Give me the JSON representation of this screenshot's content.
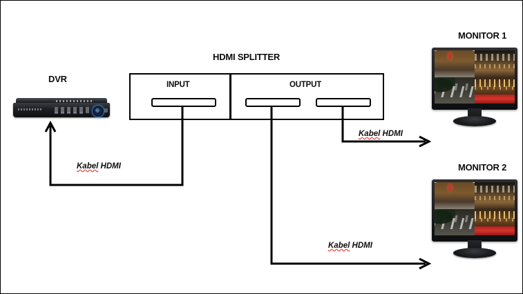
{
  "diagram": {
    "title_splitter": "HDMI SPLITTER",
    "devices": {
      "dvr_label": "DVR",
      "monitor_1_label": "MONITOR 1",
      "monitor_2_label": "MONITOR 2"
    },
    "splitter": {
      "input_label": "INPUT",
      "output_label": "OUTPUT",
      "input_ports": 1,
      "output_ports": 2
    },
    "cables": [
      {
        "id": "cable-dvr",
        "word_misspelled": "Kabel",
        "word_rest": "HDMI",
        "from": "splitter-input",
        "to": "dvr"
      },
      {
        "id": "cable-monitor1",
        "word_misspelled": "Kabel",
        "word_rest": "HDMI",
        "from": "splitter-output-2",
        "to": "monitor-1"
      },
      {
        "id": "cable-monitor2",
        "word_misspelled": "Kabel",
        "word_rest": "HDMI",
        "from": "splitter-output-1",
        "to": "monitor-2"
      }
    ],
    "monitor_view": {
      "layout": "2x2 quad CCTV grid",
      "quadrants": [
        "night-bridge-light-streaks",
        "building-columns-facade",
        "street-traffic-with-trees",
        "interior-lights-red-carpet"
      ]
    },
    "colors": {
      "line": "#000000",
      "text": "#0d0d0d",
      "background": "#ffffff",
      "spellcheck_underline": "#e8403a",
      "dvr_dial": "#2f6fc4"
    }
  }
}
